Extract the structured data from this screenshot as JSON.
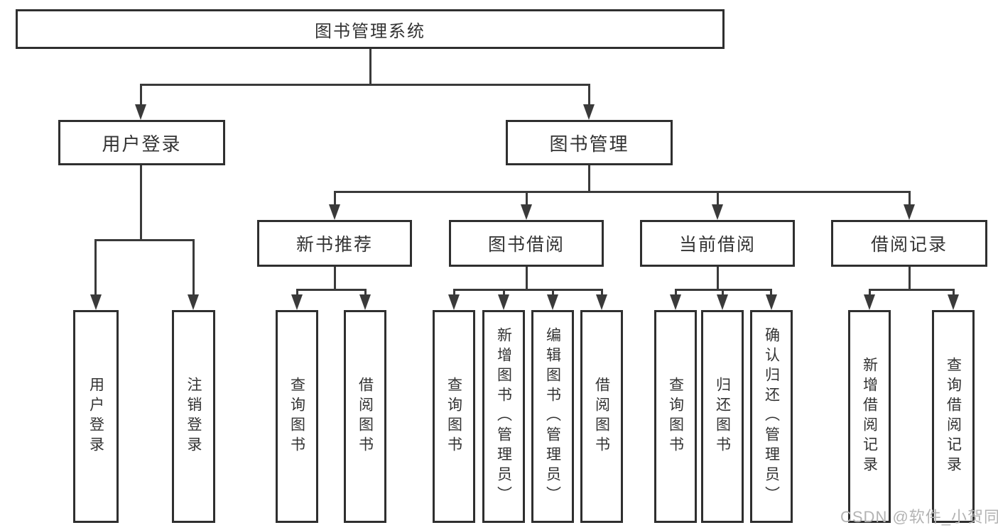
{
  "tree": {
    "root": {
      "label": "图书管理系统",
      "children": [
        {
          "label": "用户登录",
          "children": [
            {
              "label": "用户登录"
            },
            {
              "label": "注销登录"
            }
          ]
        },
        {
          "label": "图书管理",
          "children": [
            {
              "label": "新书推荐",
              "children": [
                {
                  "label": "查询图书"
                },
                {
                  "label": "借阅图书"
                }
              ]
            },
            {
              "label": "图书借阅",
              "children": [
                {
                  "label": "查询图书"
                },
                {
                  "label": "新增图书（管理员）"
                },
                {
                  "label": "编辑图书（管理员）"
                },
                {
                  "label": "借阅图书"
                }
              ]
            },
            {
              "label": "当前借阅",
              "children": [
                {
                  "label": "查询图书"
                },
                {
                  "label": "归还图书"
                },
                {
                  "label": "确认归还（管理员）"
                }
              ]
            },
            {
              "label": "借阅记录",
              "children": [
                {
                  "label": "新增借阅记录"
                },
                {
                  "label": "查询借阅记录"
                }
              ]
            }
          ]
        }
      ]
    }
  },
  "watermark": {
    "text": "CSDN @软件_小贺同学"
  },
  "colors": {
    "line": "#3a3a3a",
    "box_border": "#2f2f2f",
    "text": "#333333",
    "watermark": "#b3b3b3",
    "background": "#ffffff"
  }
}
